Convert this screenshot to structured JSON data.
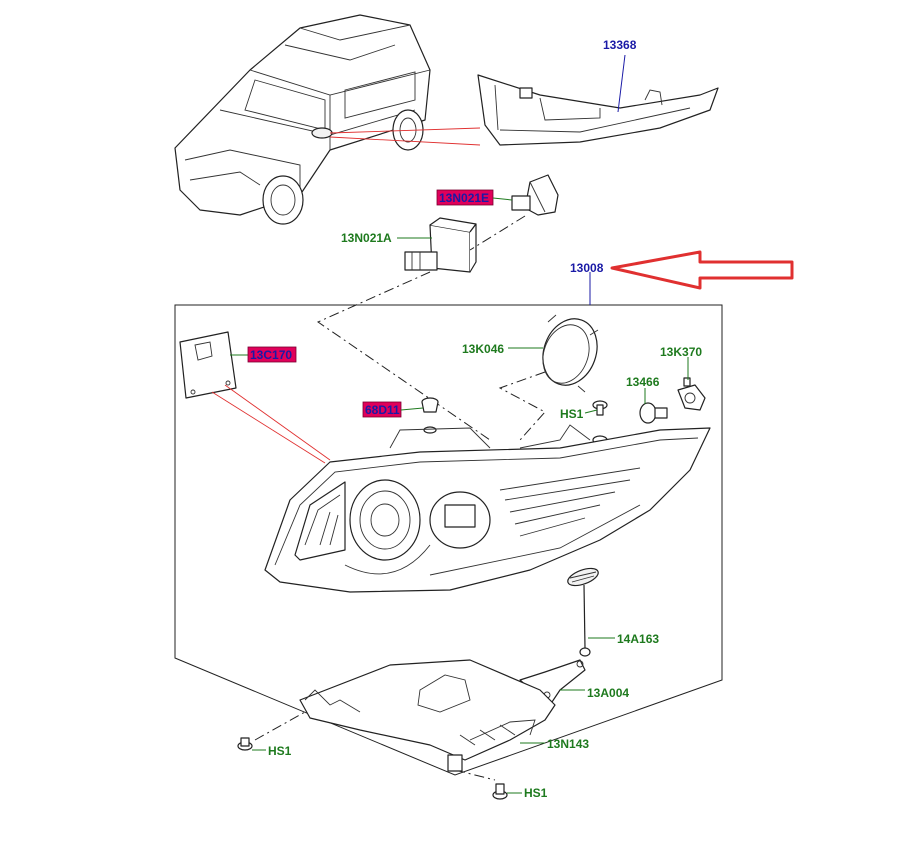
{
  "parts": {
    "p13368": "13368",
    "p13N021E": "13N021E",
    "p13N021A": "13N021A",
    "p13008": "13008",
    "p13C170": "13C170",
    "p13K046": "13K046",
    "p13K370": "13K370",
    "p13466": "13466",
    "p68D11": "68D11",
    "pHS1_top": "HS1",
    "p14A163": "14A163",
    "p13A004": "13A004",
    "p13N143": "13N143",
    "pHS1_left": "HS1",
    "pHS1_bottom": "HS1"
  },
  "colors": {
    "label_blue": "#1a1aa6",
    "label_green": "#1e7a1e",
    "highlight": "#e0005a",
    "arrow": "#e03030"
  }
}
